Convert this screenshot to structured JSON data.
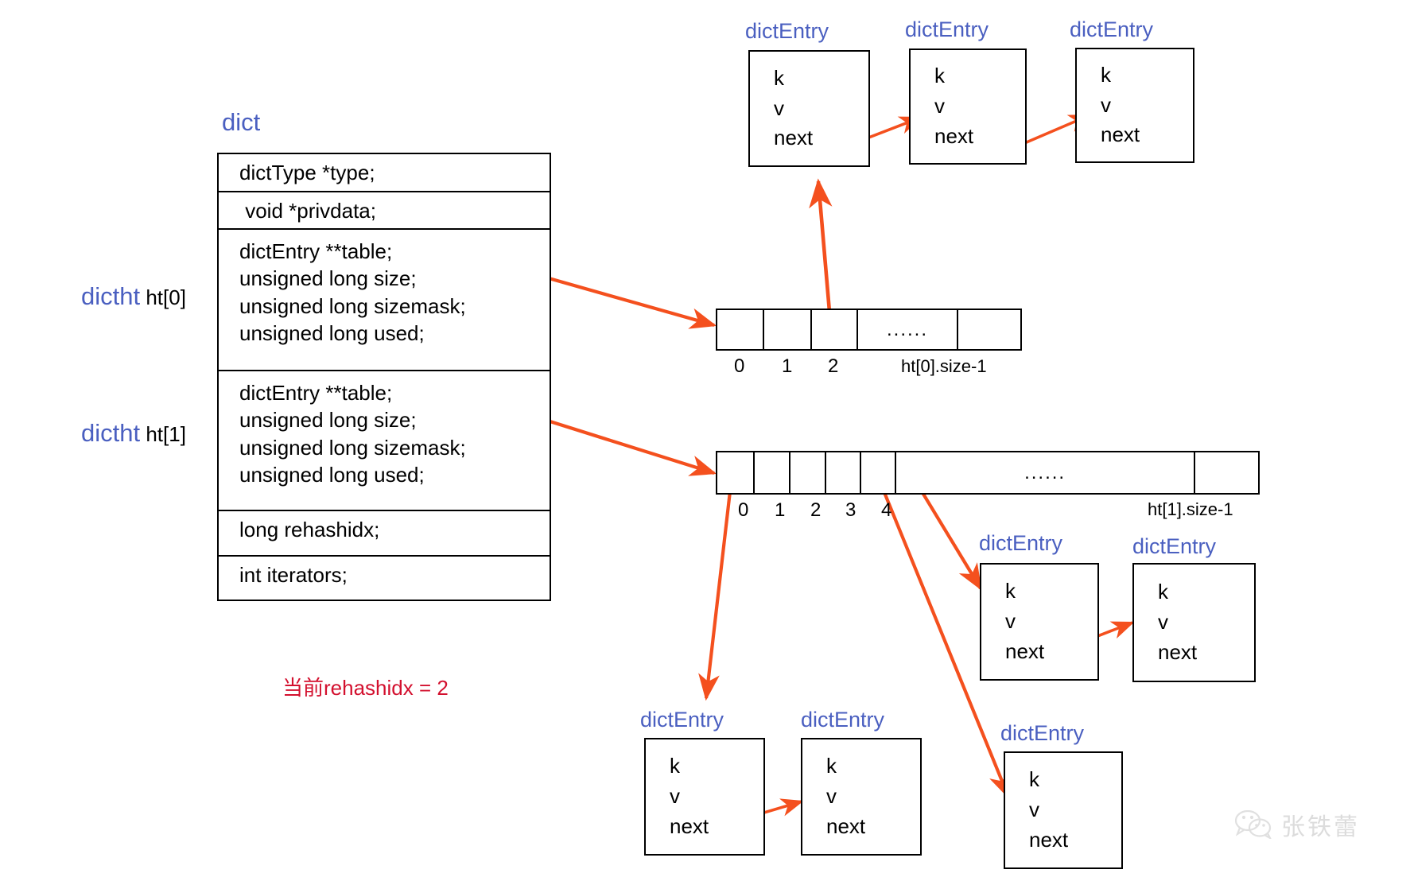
{
  "diagram": {
    "title_label": "dict",
    "struct_rows": [
      "dictType *type;",
      " void *privdata;",
      "dictEntry **table;\nunsigned long size;\nunsigned long sizemask;\nunsigned long used;",
      "dictEntry **table;\nunsigned long size;\nunsigned long sizemask;\nunsigned long used;",
      "long rehashidx;",
      "int iterators;"
    ],
    "ht_labels": [
      {
        "type": "dictht",
        "name": " ht[0]"
      },
      {
        "type": "dictht",
        "name": " ht[1]"
      }
    ],
    "note": "当前rehashidx = 2",
    "ellipsis": "......",
    "entry_caption": "dictEntry",
    "entry_fields": [
      "k",
      "v",
      "next"
    ],
    "ht0_table": {
      "indices": [
        "0",
        "1",
        "2"
      ],
      "size_label": "ht[0].size-1"
    },
    "ht1_table": {
      "indices": [
        "0",
        "1",
        "2",
        "3",
        "4"
      ],
      "size_label": "ht[1].size-1"
    },
    "entries": {
      "ht0_chain": [
        "dictEntry",
        "dictEntry",
        "dictEntry"
      ],
      "ht1_idx0_chain": [
        "dictEntry",
        "dictEntry"
      ],
      "ht1_idx4_chain": [
        "dictEntry",
        "dictEntry"
      ],
      "ht1_idx3_node": [
        "dictEntry"
      ]
    },
    "watermark": "张铁蕾",
    "colors": {
      "accent_blue": "#4a5fc0",
      "arrow_orange": "#f4501e",
      "note_red": "#d3102e",
      "line_black": "#000000"
    }
  }
}
